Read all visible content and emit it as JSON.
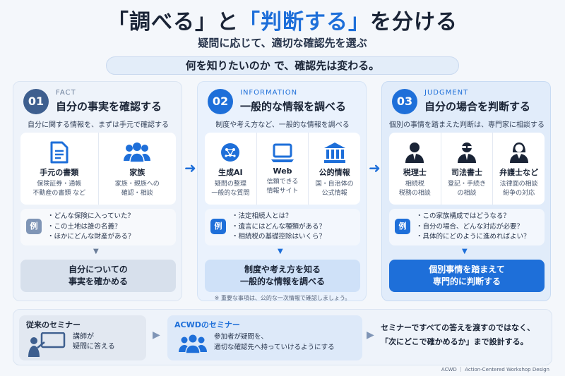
{
  "header": {
    "title_pre": "「調べる」と",
    "title_highlight": "「判断する」",
    "title_post": "を分ける",
    "subtitle": "疑問に応じて、適切な確認先を選ぶ",
    "pill": "何を知りたいのか で、確認先は変わる。"
  },
  "columns": [
    {
      "num": "01",
      "kicker": "FACT",
      "heading": "自分の事実を確認する",
      "desc": "自分に関する情報を、まずは手元で確認する",
      "cards": [
        {
          "icon": "document-icon",
          "title": "手元の書類",
          "lines": [
            "保険証券・通帳",
            "不動産の書類 など"
          ]
        },
        {
          "icon": "family-icon",
          "title": "家族",
          "lines": [
            "家族・親族への",
            "確認・相談"
          ]
        }
      ],
      "example_badge": "例",
      "examples": [
        "どんな保険に入っていた？",
        "この土地は誰の名義？",
        "ほかにどんな財産がある？"
      ],
      "result": [
        "自分についての",
        "事実を確かめる"
      ],
      "note": ""
    },
    {
      "num": "02",
      "kicker": "INFORMATION",
      "heading": "一般的な情報を調べる",
      "desc": "制度や考え方など、一般的な情報を調べる",
      "cards": [
        {
          "icon": "ai-brain-icon",
          "title": "生成AI",
          "lines": [
            "疑問の整理",
            "一般的な質問"
          ]
        },
        {
          "icon": "laptop-icon",
          "title": "Web",
          "lines": [
            "信頼できる",
            "情報サイト"
          ]
        },
        {
          "icon": "government-icon",
          "title": "公的情報",
          "lines": [
            "国・自治体の",
            "公式情報"
          ]
        }
      ],
      "example_badge": "例",
      "examples": [
        "法定相続人とは？",
        "遺言にはどんな種類がある？",
        "相続税の基礎控除はいくら？"
      ],
      "result": [
        "制度や考え方を知る",
        "一般的な情報を調べる"
      ],
      "note": "※ 重要な事項は、公的な一次情報で確認しましょう。"
    },
    {
      "num": "03",
      "kicker": "JUDGMENT",
      "heading": "自分の場合を判断する",
      "desc": "個別の事情を踏まえた判断は、専門家に相談する",
      "cards": [
        {
          "icon": "tax-accountant-icon",
          "title": "税理士",
          "lines": [
            "相続税",
            "税務の相談"
          ]
        },
        {
          "icon": "scrivener-icon",
          "title": "司法書士",
          "lines": [
            "登記・手続き",
            "の相談"
          ]
        },
        {
          "icon": "lawyer-icon",
          "title": "弁護士など",
          "lines": [
            "法律面の相談",
            "紛争の対応"
          ]
        }
      ],
      "example_badge": "例",
      "examples": [
        "この家族構成ではどうなる？",
        "自分の場合、どんな対応が必要？",
        "具体的にどのように進めればよい？"
      ],
      "result": [
        "個別事情を踏まえて",
        "専門的に判断する"
      ],
      "note": ""
    }
  ],
  "bottom": {
    "old_title": "従来のセミナー",
    "old_lines": [
      "講師が",
      "疑問に答える"
    ],
    "acwd_title": "ACWDのセミナー",
    "acwd_lines": [
      "参加者が疑問を、",
      "適切な確認先へ持っていけるようにする"
    ],
    "closing_lines": [
      "セミナーですべての答えを渡すのではなく、",
      "「次にどこで確かめるか」まで設計する。"
    ]
  },
  "footer": "ACWD ｜ Action-Centered Workshop Design",
  "colors": {
    "accent": "#1e6fd9",
    "navy": "#3e5f8f",
    "text": "#1a2436"
  }
}
